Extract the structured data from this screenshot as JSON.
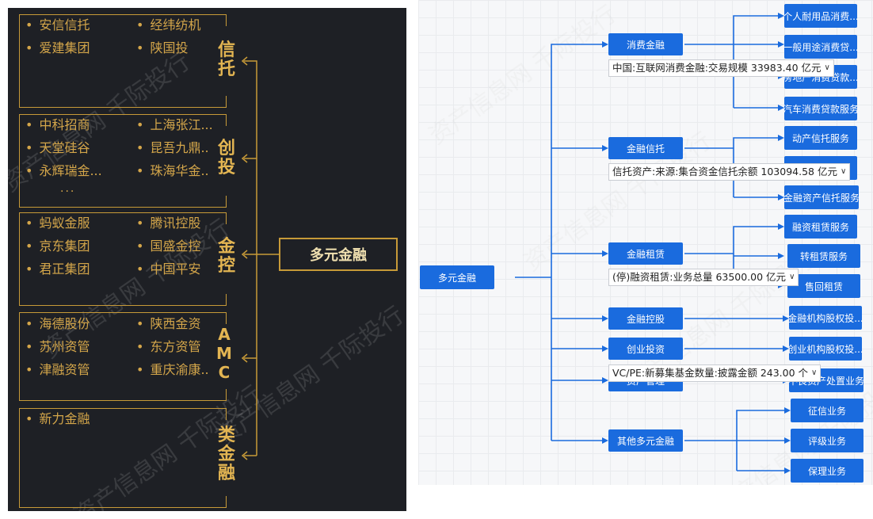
{
  "left": {
    "groups": [
      {
        "label": "信托",
        "items": [
          "安信信托",
          "经纬纺机",
          "爱建集团",
          "陕国投"
        ],
        "more": ""
      },
      {
        "label": "创投",
        "items": [
          "中科招商",
          "上海张江...",
          "天堂硅谷",
          "昆吾九鼎..",
          "永辉瑞金...",
          "珠海华金.."
        ],
        "more": "..."
      },
      {
        "label": "金控",
        "items": [
          "蚂蚁金服",
          "腾讯控股",
          "京东集团",
          "国盛金控",
          "君正集团",
          "中国平安"
        ],
        "more": ""
      },
      {
        "label": "AMC",
        "items": [
          "海德股份",
          "陕西金资",
          "苏州资管",
          "东方资管",
          "津融资管",
          "重庆渝康.."
        ],
        "more": ""
      },
      {
        "label": "类金融",
        "items": [
          "新力金融"
        ],
        "more": ""
      }
    ],
    "root": "多元金融",
    "watermarks": [
      "资产信息网 千际投行",
      "资产信息网 千际投行",
      "资产信息网 千际投行",
      "资产信息网 千际投行"
    ]
  },
  "right": {
    "root": "多元金融",
    "branches": [
      {
        "label": "消费金融",
        "tip": "中国:互联网消费金融:交易规模 33983.40 亿元",
        "children": [
          "个人耐用品消费...",
          "一般用途消费贷...",
          "房地产消费贷款...",
          "汽车消费贷款服务"
        ]
      },
      {
        "label": "金融信托",
        "tip": "信托资产:来源:集合资金信托余额 103094.58 亿元",
        "children": [
          "动产信托服务",
          "",
          "金融资产信托服务"
        ]
      },
      {
        "label": "金融租赁",
        "tip": "(停)融资租赁:业务总量 63500.00 亿元",
        "children": [
          "融资租赁服务",
          "转租赁服务",
          "售回租赁"
        ]
      },
      {
        "label": "金融控股",
        "tip": "",
        "children": [
          "金融机构股权投..."
        ]
      },
      {
        "label": "创业投资",
        "tip": "",
        "children": [
          "创业机构股权投..."
        ]
      },
      {
        "label": "资产管理",
        "tip": "VC/PE:新募集基金数量:披露金额 243.00 个",
        "children": [
          "不良资产处置业务"
        ]
      },
      {
        "label": "其他多元金融",
        "tip": "",
        "children": [
          "征信业务",
          "评级业务",
          "保理业务"
        ]
      }
    ],
    "watermarks": [
      "资产信息网 千际投行",
      "资产信息网 千际投行",
      "资产信息网 千际投行",
      "资产信息网 千际投行"
    ]
  },
  "colors": {
    "gold": "#c79a38",
    "blue": "#1a6bde",
    "dark": "#1e2025"
  }
}
